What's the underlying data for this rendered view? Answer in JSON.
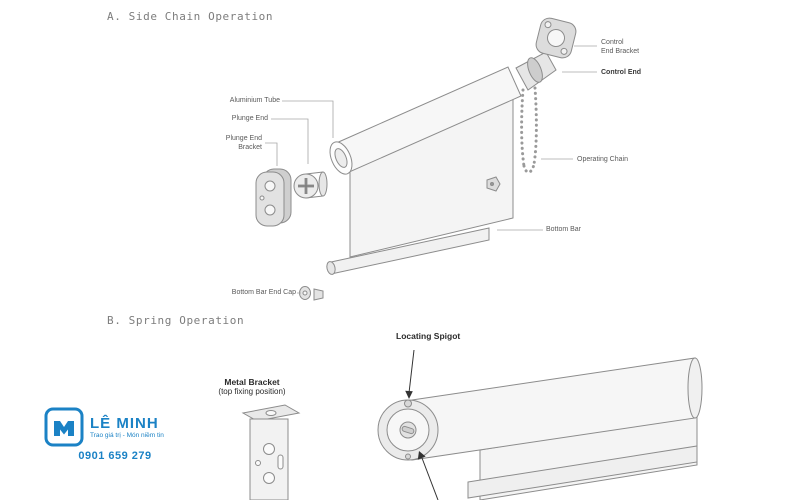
{
  "section_a": {
    "title": "A. Side Chain Operation",
    "labels": {
      "aluminium_tube": "Aluminium Tube",
      "plunge_end": "Plunge End",
      "plunge_end_bracket_l1": "Plunge End",
      "plunge_end_bracket_l2": "Bracket",
      "bottom_bar_end_cap": "Bottom Bar  End Cap",
      "control_l1": "Control",
      "control_l2": "End Bracket",
      "control_end": "Control End",
      "operating_chain": "Operating Chain",
      "bottom_bar": "Bottom Bar"
    }
  },
  "section_b": {
    "title": "B. Spring Operation",
    "labels": {
      "locating_spigot": "Locating Spigot",
      "metal_bracket_l1": "Metal Bracket",
      "metal_bracket_l2": "(top fixing position)"
    }
  },
  "logo": {
    "name": "LÊ MINH",
    "tagline": "Trao giá trị - Món niềm tin",
    "phone": "0901 659 279",
    "accent_color": "#1b82c5"
  }
}
